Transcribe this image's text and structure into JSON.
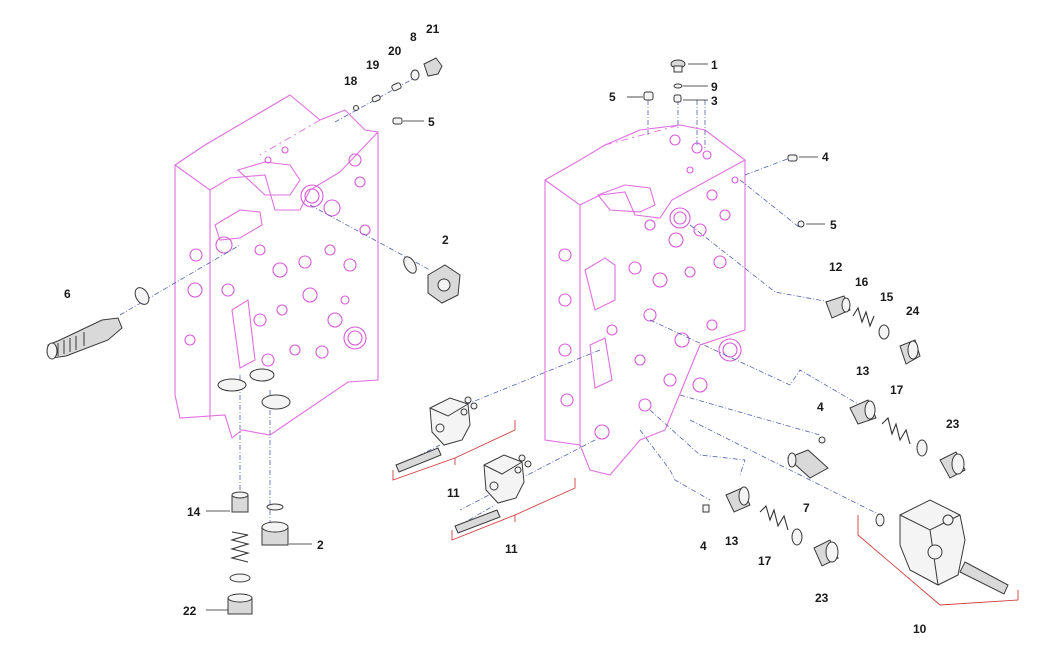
{
  "diagram": {
    "line_color": "#e070e0",
    "centerline_color": "#5560b0",
    "bracket_color": "#d04040",
    "labels": {
      "l1": "1",
      "l2a": "2",
      "l2b": "2",
      "l3": "3",
      "l4a": "4",
      "l4b": "4",
      "l4c": "4",
      "l5a": "5",
      "l5b": "5",
      "l5c": "5",
      "l6": "6",
      "l7": "7",
      "l8": "8",
      "l9": "9",
      "l10": "10",
      "l11a": "11",
      "l11b": "11",
      "l12": "12",
      "l13a": "13",
      "l13b": "13",
      "l14": "14",
      "l15": "15",
      "l16": "16",
      "l17a": "17",
      "l17b": "17",
      "l18": "18",
      "l19": "19",
      "l20": "20",
      "l21": "21",
      "l22": "22",
      "l23a": "23",
      "l23b": "23",
      "l24": "24"
    }
  }
}
